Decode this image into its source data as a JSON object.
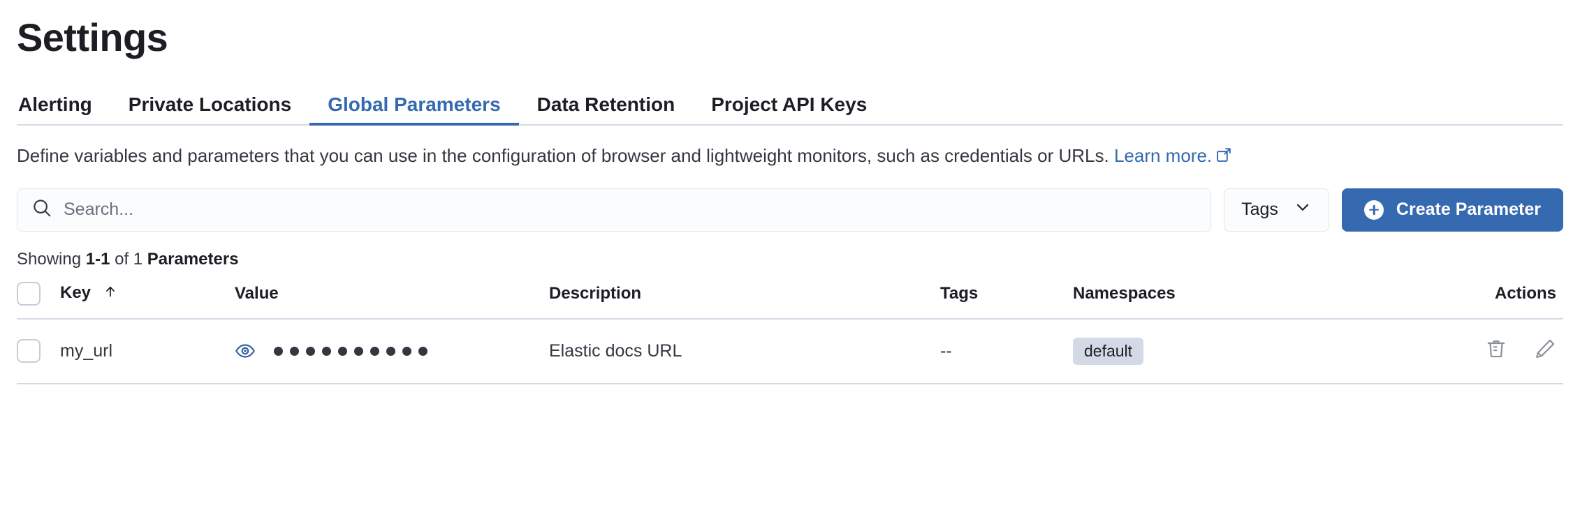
{
  "page": {
    "title": "Settings"
  },
  "tabs": [
    {
      "label": "Alerting",
      "active": false
    },
    {
      "label": "Private Locations",
      "active": false
    },
    {
      "label": "Global Parameters",
      "active": true
    },
    {
      "label": "Data Retention",
      "active": false
    },
    {
      "label": "Project API Keys",
      "active": false
    }
  ],
  "description": {
    "text": "Define variables and parameters that you can use in the configuration of browser and lightweight monitors, such as credentials or URLs. ",
    "link_label": "Learn more.",
    "link_icon": "external-link-icon"
  },
  "toolbar": {
    "search": {
      "icon": "search-icon",
      "value": "",
      "placeholder": "Search..."
    },
    "tags_label": "Tags",
    "tags_icon": "chevron-down-icon",
    "create_label": "Create Parameter",
    "create_icon": "plus-circle-icon"
  },
  "results": {
    "prefix": "Showing ",
    "range": "1-1",
    "middle": " of 1 ",
    "noun": "Parameters"
  },
  "table": {
    "columns": [
      {
        "label": "",
        "name": "select-all"
      },
      {
        "label": "Key",
        "name": "key",
        "sorted": "asc",
        "sort_icon": "arrow-up-icon"
      },
      {
        "label": "Value",
        "name": "value"
      },
      {
        "label": "Description",
        "name": "description"
      },
      {
        "label": "Tags",
        "name": "tags"
      },
      {
        "label": "Namespaces",
        "name": "namespaces"
      },
      {
        "label": "Actions",
        "name": "actions"
      }
    ],
    "rows": [
      {
        "key": "my_url",
        "value_masked": "••••••••••",
        "value_dots": 10,
        "value_toggle_icon": "eye-icon",
        "description": "Elastic docs URL",
        "tags": "--",
        "namespaces": [
          "default"
        ],
        "actions": [
          {
            "name": "delete-icon",
            "label": "Delete"
          },
          {
            "name": "edit-pencil-icon",
            "label": "Edit"
          }
        ]
      }
    ]
  },
  "colors": {
    "accent_blue": "#3569b0",
    "text_dark": "#1d1e24",
    "text_body": "#343741",
    "border": "#d3dae6",
    "badge_bg": "#d3dae6",
    "icon_gray": "#8a8f98"
  }
}
